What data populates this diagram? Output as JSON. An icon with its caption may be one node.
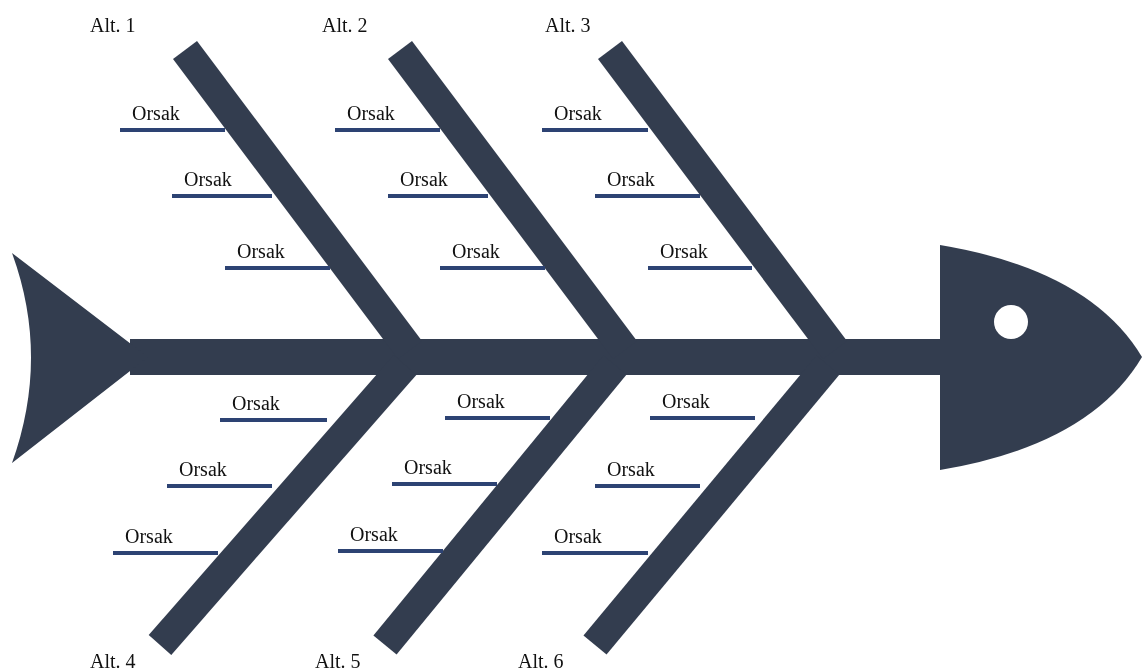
{
  "diagram": {
    "labels": [
      "Alt. 1",
      "Alt. 2",
      "Alt. 3",
      "Orsak",
      "Orsak",
      "Orsak",
      "Orsak",
      "Orsak",
      "Orsak",
      "Orsak",
      "Orsak",
      "Orsak",
      "Orsak",
      "Orsak",
      "Orsak",
      "Orsak",
      "Orsak",
      "Orsak",
      "Orsak",
      "Orsak",
      "Orsak",
      "Alt. 4",
      "Alt. 5",
      "Alt. 6"
    ]
  }
}
